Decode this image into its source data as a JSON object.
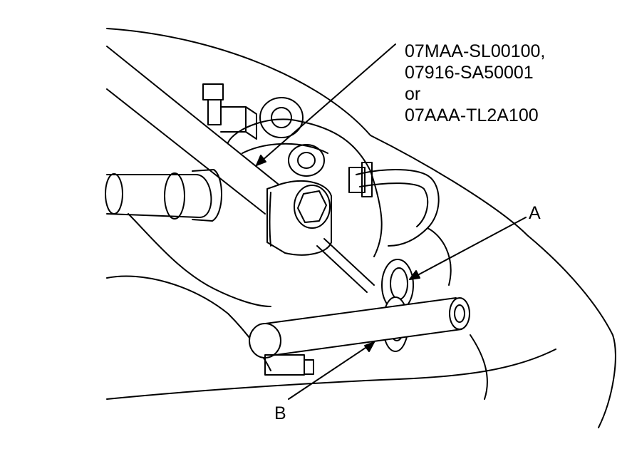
{
  "tool_callout": {
    "lines": [
      "07MAA-SL00100,",
      "07916-SA50001",
      "or",
      "07AAA-TL2A100"
    ]
  },
  "callouts": {
    "a": "A",
    "b": "B"
  },
  "colors": {
    "line": "#000000",
    "background": "#ffffff"
  }
}
